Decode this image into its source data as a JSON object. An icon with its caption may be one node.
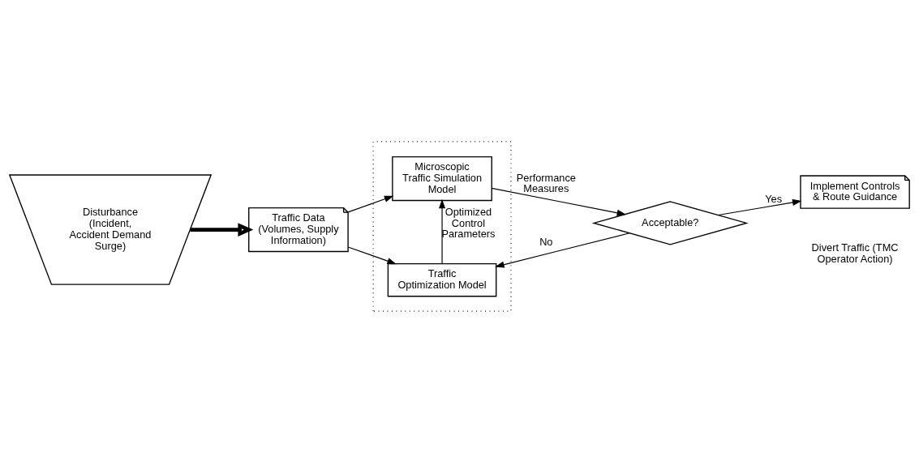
{
  "diagram": {
    "nodes": [
      {
        "text": [
          "Traffic Data (Volumes, Supply Information)"
        ]
      },
      {
        "text": [
          "Disturbance (Incident, Accident Demand Surge)"
        ]
      },
      {
        "text": [],
        "shape": "box"
      },
      {
        "text": [
          "Microscopic Traffic Simulation Model"
        ],
        "in": 2
      },
      {
        "text": [
          "Traffic Optimization Model"
        ],
        "in": 2
      },
      {
        "text": [
          "Acceptable?"
        ]
      },
      {
        "text": [
          "Implement Controls & Route Guidance"
        ]
      }
    ],
    "edges": [
      {
        "from": 1,
        "to": 0,
        "arrow": "to",
        "style": "thick"
      },
      {
        "from": 0,
        "to": 3,
        "arrow": "to"
      },
      {
        "from": 0,
        "to": 4,
        "arrow": "to"
      },
      {
        "from": 4,
        "to": 3,
        "arrow": "to",
        "label": "Optimized Control Parameters"
      },
      {
        "from": 3,
        "to": 5,
        "arrow": "to",
        "label": "Performance Measures"
      },
      {
        "from": 5,
        "to": 6,
        "arrow": "to",
        "label": "Yes"
      },
      {
        "from": 5,
        "to": 4,
        "arrow": "to",
        "label": "No"
      }
    ],
    "labels": [
      "Divert Traffic (TMC Operator Action)"
    ]
  }
}
